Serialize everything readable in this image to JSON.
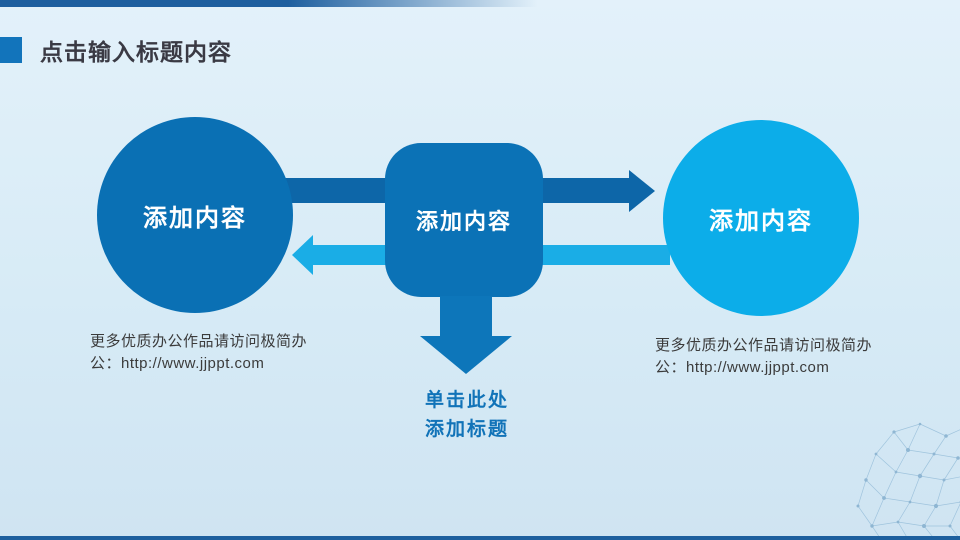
{
  "title": {
    "text": "点击输入标题内容"
  },
  "shapes": {
    "left_circle_label": "添加内容",
    "center_box_label": "添加内容",
    "right_circle_label": "添加内容"
  },
  "arrow_caption": {
    "line1": "单击此处",
    "line2": "添加标题"
  },
  "notes": {
    "left": {
      "line1": "更多优质办公作品请访问极简办",
      "line2": "公：http://www.jjppt.com"
    },
    "right": {
      "line1": "更多优质办公作品请访问极简办",
      "line2": "公：http://www.jjppt.com"
    }
  },
  "colors": {
    "background_top": "#e3f1fa",
    "background_bottom": "#cfe4f2",
    "top_bar": "#1e5f9f",
    "bottom_bar": "#1d5f9e",
    "title_square": "#1274bb",
    "title_text": "#3a3a44",
    "dark_blue_shape": "#0a70b4",
    "center_box": "#0b72b6",
    "cyan_shape": "#0cade9",
    "arrow_right": "#0d66a8",
    "arrow_left": "#1aade6",
    "arrow_down": "#0d76ba",
    "caption_text": "#1173b8",
    "note_text": "#3b3b3b"
  }
}
